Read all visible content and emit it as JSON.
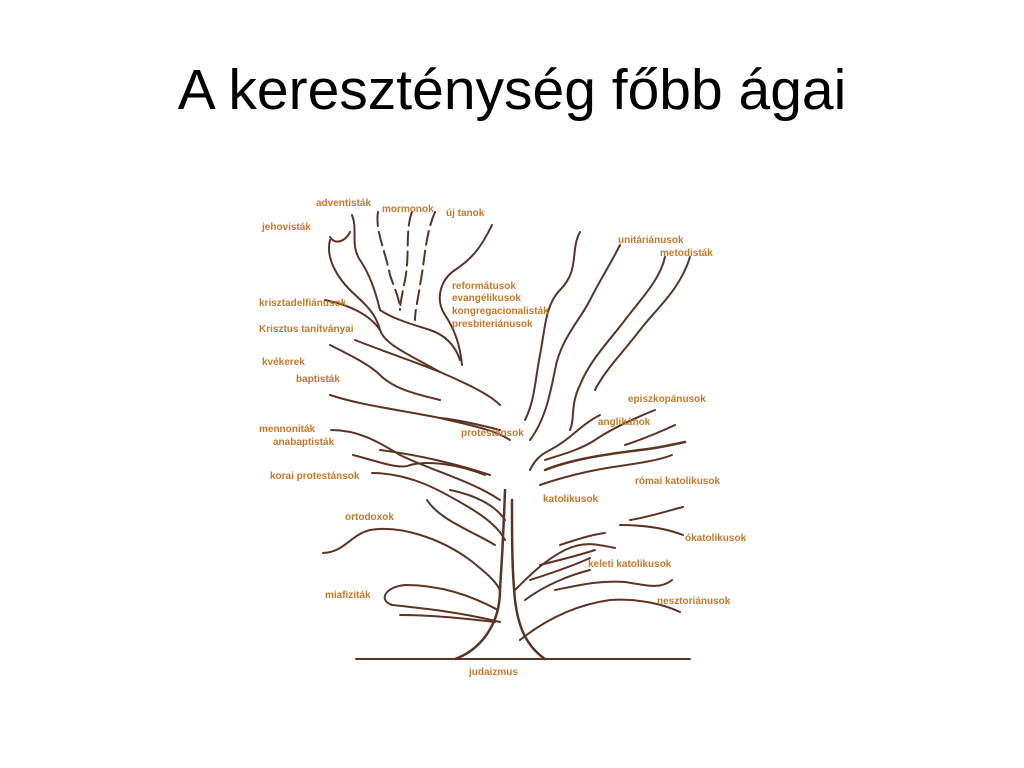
{
  "slide": {
    "title": "A kereszténység főbb ágai"
  },
  "tree": {
    "label_color": "#c8782a",
    "branch_color": "#5c3423",
    "labels": {
      "adventistak": "adventisták",
      "mormonok": "mormonok",
      "uj_tanok": "új tanok",
      "jehovistak": "jehovisták",
      "unitarianusok": "unitáriánusok",
      "metodistak": "metodisták",
      "reformatusok": "reformátusok",
      "evangelikusok": "evangélikusok",
      "kongregacionalistak": "kongregacionalisták",
      "presbiterianusok": "presbiteriánusok",
      "krisztadelfianusok": "krisztadelfiánusok",
      "krisztus_tanitvanyai": "Krisztus tanítványai",
      "kvekerek": "kvékerek",
      "baptistak": "baptisták",
      "episzkopanusok": "episzkopánusok",
      "anglikanok": "anglikánok",
      "mennonitak": "mennoniták",
      "anabaptistak": "anabaptisták",
      "protestansok": "protestánsok",
      "korai_protestansok": "korai protestánsok",
      "romai_katolikusok": "római katolikusok",
      "katolikusok": "katolikusok",
      "ortodoxok": "ortodoxok",
      "okatolikusok": "ókatolikusok",
      "keleti_katolikusok": "keleti katolikusok",
      "miafizitak": "miafiziták",
      "nesztorianusok": "nesztoriánusok",
      "judaizmus": "judaizmus"
    }
  }
}
